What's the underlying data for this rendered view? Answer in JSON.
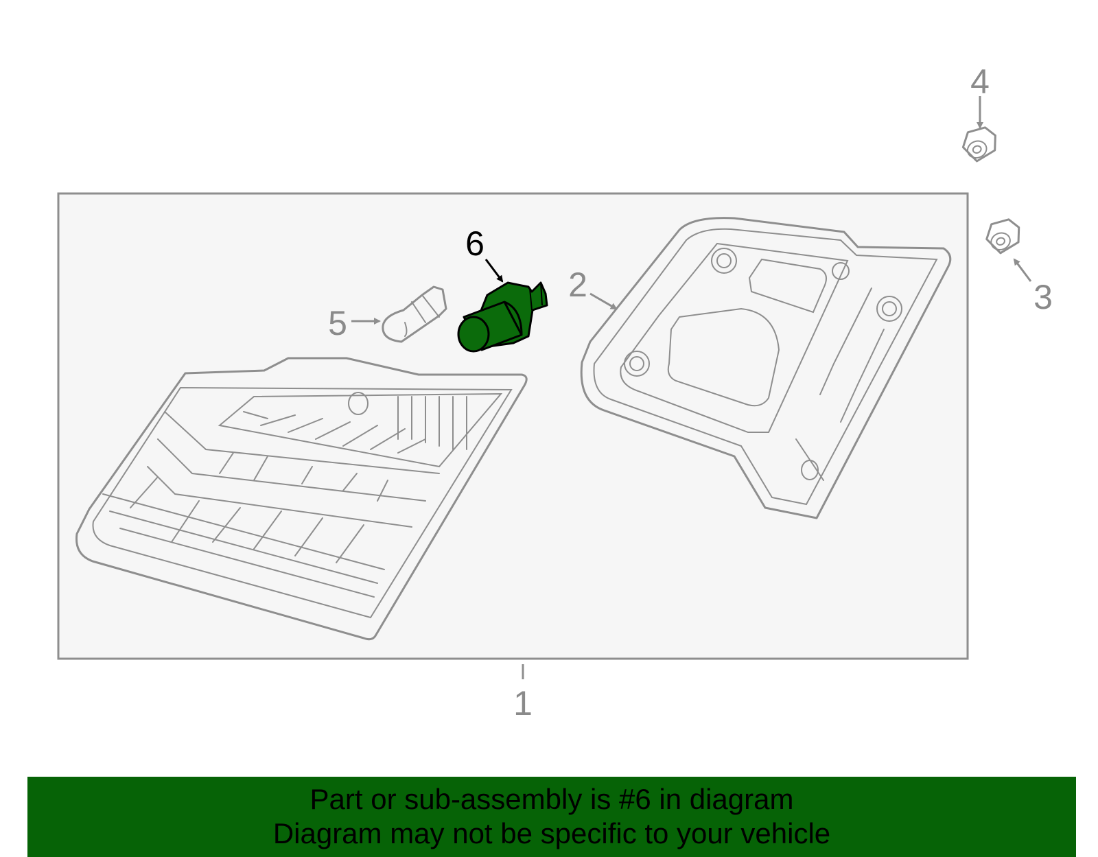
{
  "callouts": {
    "c1": "1",
    "c2": "2",
    "c3": "3",
    "c4": "4",
    "c5": "5",
    "c6": "6"
  },
  "highlighted_part": "6",
  "colors": {
    "highlight": "#066306",
    "panel_background": "#f6f6f6",
    "line_art": "#8e8e8e",
    "banner": "#066306"
  },
  "banner": {
    "line1": "Part or sub-assembly is #6 in diagram",
    "line2": "Diagram may not be specific to your vehicle"
  }
}
